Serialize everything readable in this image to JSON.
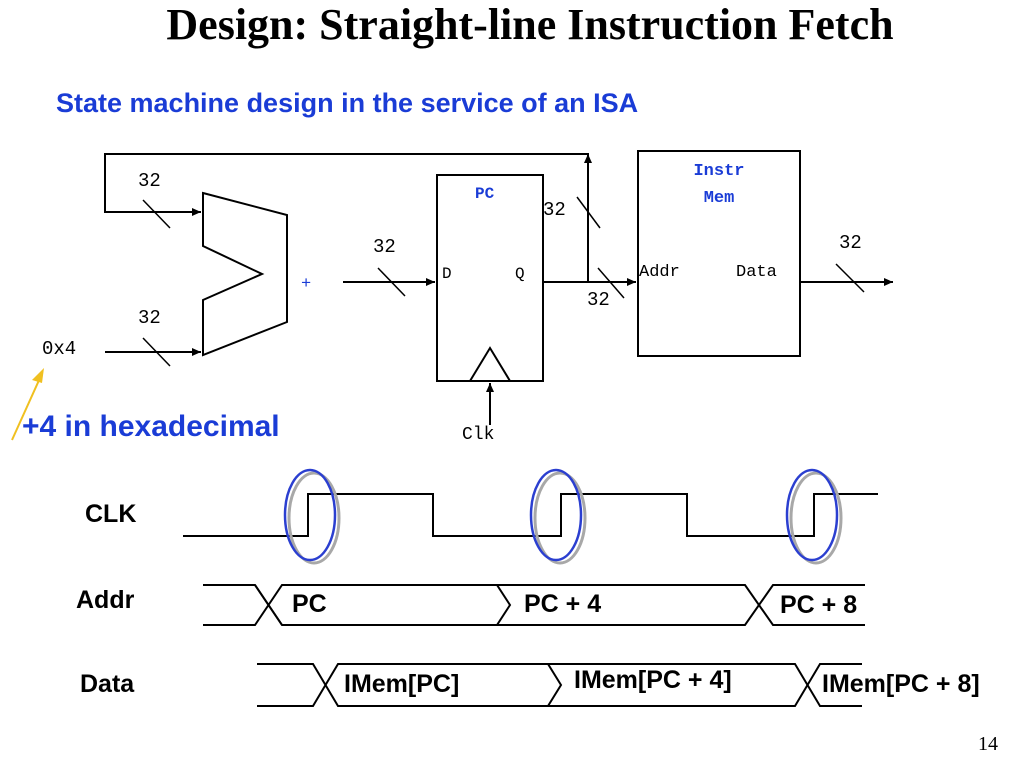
{
  "title": "Design: Straight-line Instruction Fetch",
  "subtitle": "State machine design in the service of an ISA",
  "annotation": "+4 in hexadecimal",
  "page_number": "14",
  "colors": {
    "accent_blue": "#1a3cd6",
    "ellipse_blue": "#2b3fd0",
    "ellipse_shadow": "#a8a8a8",
    "arrow_yellow": "#f0c020"
  },
  "datapath": {
    "adder_symbol": "+",
    "constant_input": "0x4",
    "bus_width": "32",
    "pc_register": {
      "name": "PC",
      "d_port": "D",
      "q_port": "Q",
      "clock_label": "Clk"
    },
    "instr_mem": {
      "name_line1": "Instr",
      "name_line2": "Mem",
      "addr_port": "Addr",
      "data_port": "Data"
    }
  },
  "timing": {
    "signals": [
      "CLK",
      "Addr",
      "Data"
    ],
    "addr_values": [
      "PC",
      "PC + 4",
      "PC + 8"
    ],
    "data_values": [
      "IMem[PC]",
      "IMem[PC + 4]",
      "IMem[PC + 8]"
    ]
  }
}
